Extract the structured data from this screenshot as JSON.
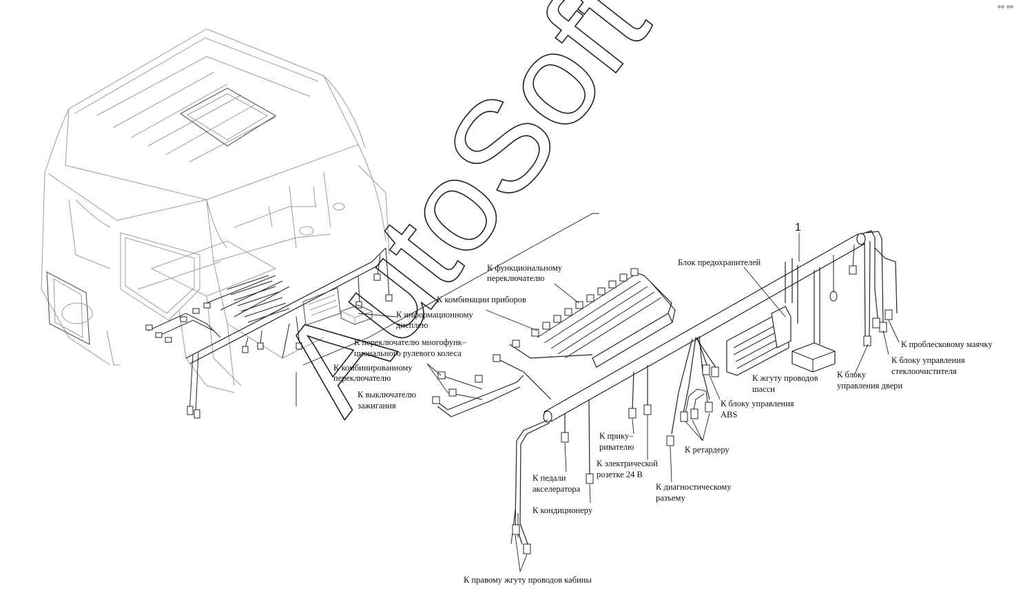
{
  "diagram": {
    "watermark": "AutoSoft",
    "corner_mark": "°° °°°",
    "part_number": "1",
    "labels": {
      "functional_switch": [
        "К функциональному",
        "переключателю"
      ],
      "instrument_cluster": "К комбинации приборов",
      "info_display": [
        "К информационному",
        "дисплею"
      ],
      "multifunction_wheel": [
        "К переключателю многофунк–",
        "ционального рулевого колеса"
      ],
      "combined_switch": [
        "К комбинированному",
        "переключателю"
      ],
      "ignition_switch": [
        "К выключателю",
        "зажигания"
      ],
      "fuse_box": "Блок предохранителей",
      "chassis_harness": [
        "К жгуту проводов",
        "шасси"
      ],
      "door_control": [
        "К блоку",
        "управления двери"
      ],
      "wiper_control": [
        "К блоку управления",
        "стеклоочистителя"
      ],
      "beacon": "К проблесковому маячку",
      "abs_control": [
        "К блоку управления",
        "ABS"
      ],
      "retarder": "К ретардеру",
      "trailer": [
        "К прику–",
        "ривателю"
      ],
      "socket_24v": [
        "К электрической",
        "розетке 24 В"
      ],
      "diagnostic": [
        "К диагностическому",
        "разъему"
      ],
      "accelerator": [
        "К педали",
        "акселератора"
      ],
      "air_conditioner": "К кондиционеру",
      "right_cab_harness": "К правому жгуту проводов кабины"
    }
  }
}
